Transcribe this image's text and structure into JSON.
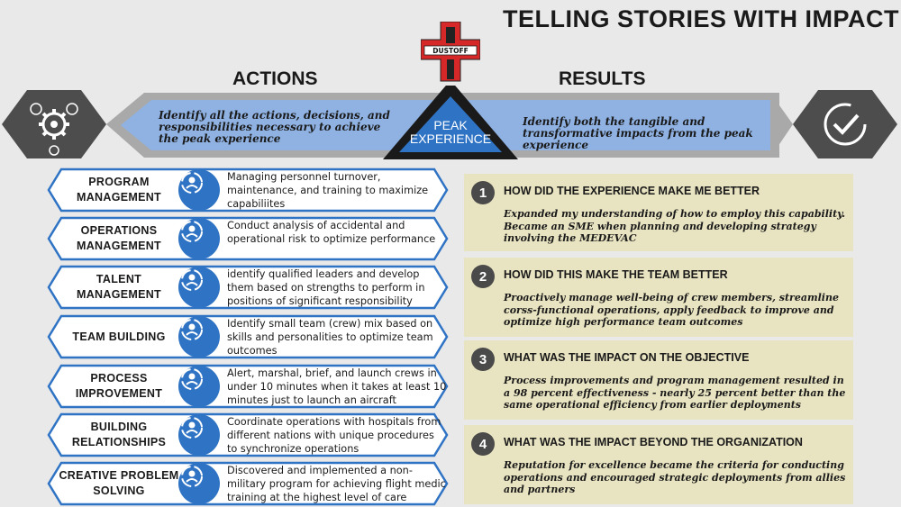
{
  "title": "TELLING STORIES WITH IMPACT",
  "headers": {
    "actions": "ACTIONS",
    "results": "RESULTS"
  },
  "logo_text": "DUSTOFF",
  "banner": {
    "left_text": "Identify all the actions, decisions, and responsibilities necessary to achieve the peak experience",
    "right_text": "Identify both the tangible and transformative impacts from the peak experience",
    "peak_line1": "PEAK",
    "peak_line2": "EXPERIENCE",
    "left_icon": "gear-process-icon",
    "right_icon": "refresh-check-icon"
  },
  "actions": [
    {
      "name": "PROGRAM MANAGEMENT",
      "icon": "management-cycle-icon",
      "description": "Managing personnel turnover, maintenance, and training to maximize capabiliites"
    },
    {
      "name": "OPERATIONS MANAGEMENT",
      "icon": "operations-chart-icon",
      "description": "Conduct analysis of accidental and operational risk to optimize performance"
    },
    {
      "name": "TALENT MANAGEMENT",
      "icon": "talent-search-icon",
      "description": "identify qualified leaders and develop them based on strengths to perform in positions of significant responsibility"
    },
    {
      "name": "TEAM BUILDING",
      "icon": "team-network-icon",
      "description": "Identify small team (crew) mix based on skills and personalities to optimize team outcomes"
    },
    {
      "name": "PROCESS IMPROVEMENT",
      "icon": "process-growth-icon",
      "description": "Alert, marshal, brief, and launch crews in under 10 minutes when it takes at least 10 minutes just to launch an aircraft"
    },
    {
      "name": "BUILDING RELATIONSHIPS",
      "icon": "handshake-icon",
      "description": "Coordinate operations with hospitals from different nations with unique procedures to synchronize operations"
    },
    {
      "name": "CREATIVE PROBLEM SOLVING",
      "icon": "lightbulb-icon",
      "description": "Discovered and implemented a non-military program for achieving flight medic training at the highest level of care"
    }
  ],
  "results": [
    {
      "number": "1",
      "title": "HOW DID THE EXPERIENCE MAKE ME BETTER",
      "body": "Expanded my understanding of how to employ this capability. Became an SME when planning and developing strategy involving the MEDEVAC"
    },
    {
      "number": "2",
      "title": "HOW DID THIS MAKE THE TEAM BETTER",
      "body": "Proactively manage well-being of crew members, streamline corss-functional operations, apply feedback to improve and optimize high performance team outcomes"
    },
    {
      "number": "3",
      "title": "WHAT WAS THE IMPACT ON THE OBJECTIVE",
      "body": "Process improvements and program management resulted in a 98 percent effectiveness - nearly 25 percent better than the same operational efficiency from earlier deployments"
    },
    {
      "number": "4",
      "title": "WHAT WAS THE IMPACT BEYOND THE ORGANIZATION",
      "body": "Reputation for excellence became the criteria for conducting operations and encouraged strategic deployments from allies and partners"
    }
  ],
  "colors": {
    "accent_blue": "#2f73c4",
    "banner_blue": "#8fb2e3",
    "panel_tan": "#e8e3c0",
    "hex_gray": "#4d4d4d",
    "logo_red": "#d62828"
  }
}
